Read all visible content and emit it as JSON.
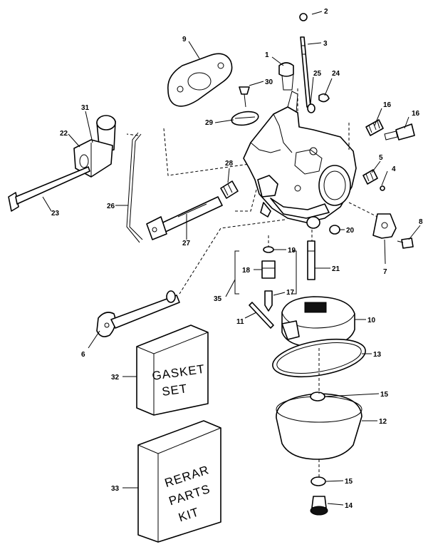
{
  "callouts": [
    {
      "id": "c1",
      "text": "1"
    },
    {
      "id": "c2",
      "text": "2"
    },
    {
      "id": "c3",
      "text": "3"
    },
    {
      "id": "c4",
      "text": "4"
    },
    {
      "id": "c5",
      "text": "5"
    },
    {
      "id": "c6",
      "text": "6"
    },
    {
      "id": "c7",
      "text": "7"
    },
    {
      "id": "c8",
      "text": "8"
    },
    {
      "id": "c9",
      "text": "9"
    },
    {
      "id": "c10",
      "text": "10"
    },
    {
      "id": "c11",
      "text": "11"
    },
    {
      "id": "c12",
      "text": "12"
    },
    {
      "id": "c13",
      "text": "13"
    },
    {
      "id": "c14",
      "text": "14"
    },
    {
      "id": "c15a",
      "text": "15"
    },
    {
      "id": "c15b",
      "text": "15"
    },
    {
      "id": "c16",
      "text": "16"
    },
    {
      "id": "c17",
      "text": "17"
    },
    {
      "id": "c18",
      "text": "18"
    },
    {
      "id": "c19",
      "text": "19"
    },
    {
      "id": "c20",
      "text": "20"
    },
    {
      "id": "c21",
      "text": "21"
    },
    {
      "id": "c22",
      "text": "22"
    },
    {
      "id": "c23",
      "text": "23"
    },
    {
      "id": "c24",
      "text": "24"
    },
    {
      "id": "c25",
      "text": "25"
    },
    {
      "id": "c26",
      "text": "26"
    },
    {
      "id": "c27",
      "text": "27"
    },
    {
      "id": "c28",
      "text": "28"
    },
    {
      "id": "c29",
      "text": "29"
    },
    {
      "id": "c30",
      "text": "30"
    },
    {
      "id": "c31",
      "text": "31"
    },
    {
      "id": "c32",
      "text": "32"
    },
    {
      "id": "c33",
      "text": "33"
    },
    {
      "id": "c34",
      "text": "34"
    },
    {
      "id": "c35",
      "text": "35"
    }
  ],
  "gasket_box": {
    "line1": "GASKET",
    "line2": "SET"
  },
  "repair_box": {
    "line1": "RERAR",
    "line2": "PARTS",
    "line3": "KIT"
  }
}
